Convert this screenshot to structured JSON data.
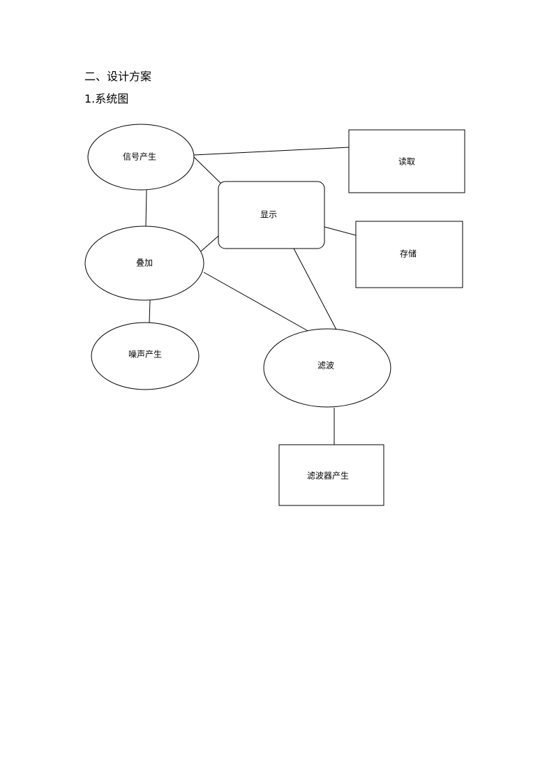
{
  "document": {
    "section_heading": "二、设计方案",
    "subsection_heading": "1.系统图"
  },
  "diagram": {
    "nodes": {
      "signal": "信号产生",
      "read": "读取",
      "display": "显示",
      "store": "存储",
      "overlay": "叠加",
      "noise": "噪声产生",
      "filter": "滤波",
      "filter_gen": "滤波器产生"
    },
    "edges": [
      [
        "signal",
        "read"
      ],
      [
        "signal",
        "display"
      ],
      [
        "signal",
        "overlay"
      ],
      [
        "overlay",
        "display"
      ],
      [
        "overlay",
        "noise"
      ],
      [
        "overlay",
        "filter"
      ],
      [
        "display",
        "store"
      ],
      [
        "display",
        "filter"
      ],
      [
        "filter",
        "filter_gen"
      ]
    ]
  }
}
